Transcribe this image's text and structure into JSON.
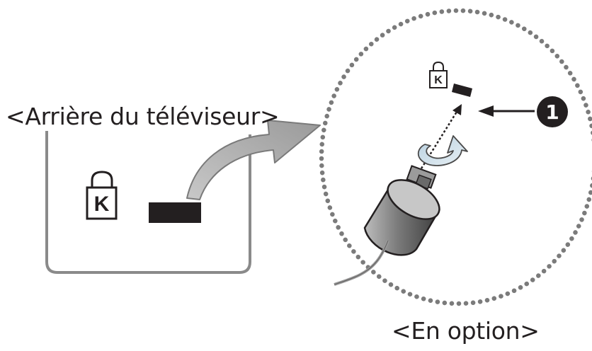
{
  "labels": {
    "tv_back": "<Arrière du téléviseur>",
    "optional": "<En option>"
  },
  "icons": {
    "kensington_lock": "K",
    "callout_number": "1"
  },
  "colors": {
    "outline": "#231f20",
    "panel_border": "#8a8a8a",
    "arrow_fill": "#9d9d9d",
    "lock_body": "#7f7f7f",
    "dots": "#7b7b7b"
  }
}
